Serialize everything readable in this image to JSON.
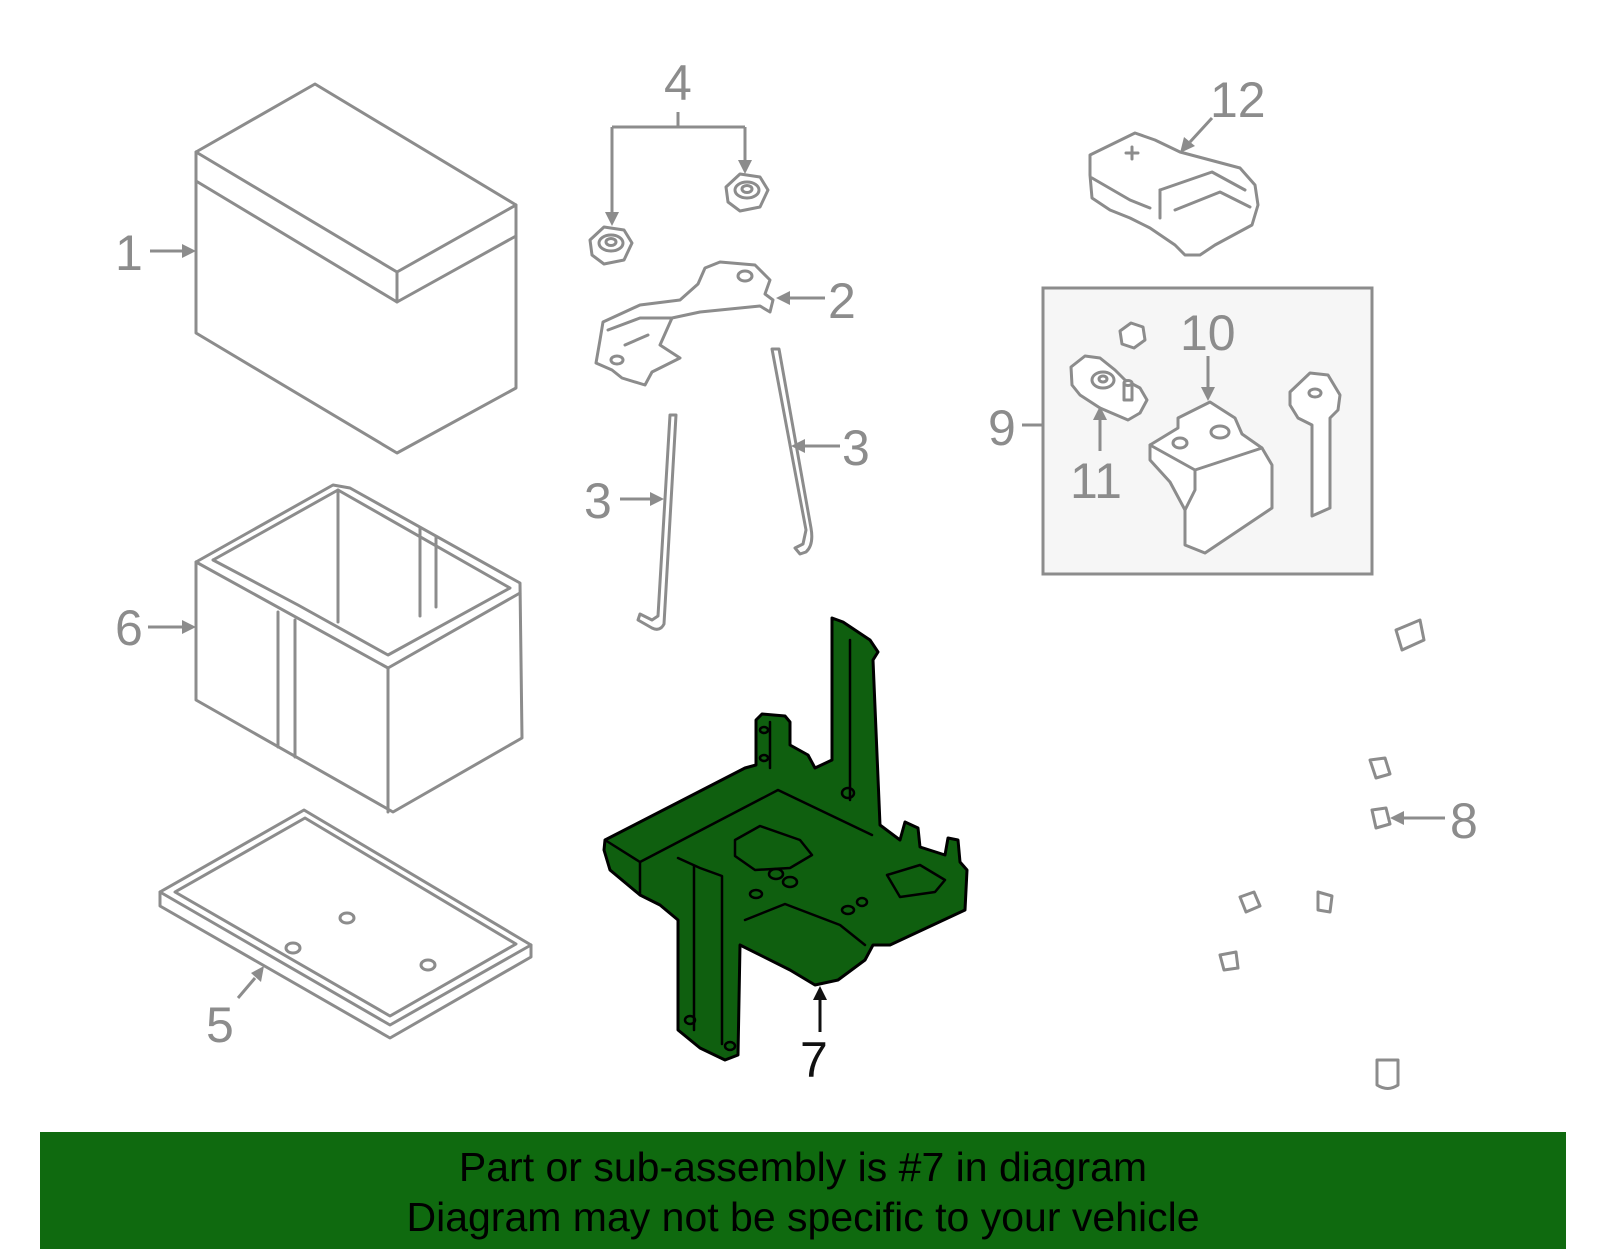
{
  "callouts": {
    "c1": "1",
    "c2": "2",
    "c3a": "3",
    "c3b": "3",
    "c4": "4",
    "c5": "5",
    "c6": "6",
    "c7": "7",
    "c8": "8",
    "c9": "9",
    "c10": "10",
    "c11": "11",
    "c12": "12"
  },
  "highlighted_part": "7",
  "banner": {
    "line1": "Part or sub-assembly is #7 in diagram",
    "line2": "Diagram may not be specific to your vehicle"
  },
  "colors": {
    "highlight_fill": "#0f5f0f",
    "banner_background": "#0f6a0f",
    "line_art": "#8c8c8c"
  }
}
